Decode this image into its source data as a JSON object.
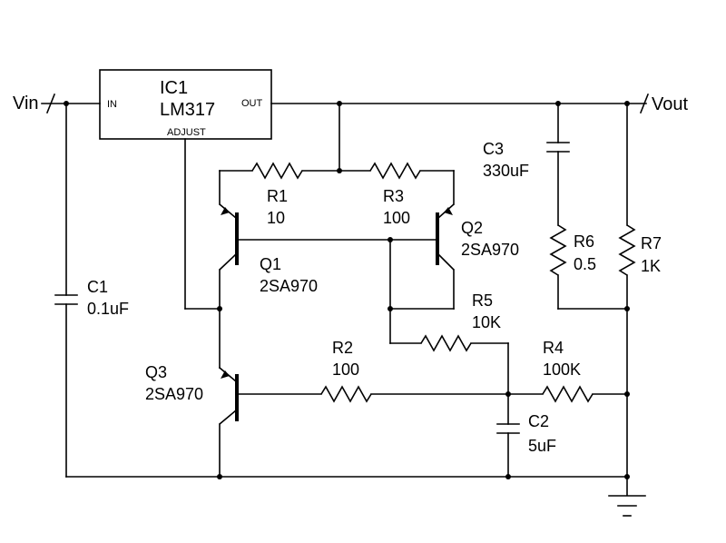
{
  "nets": {
    "vin": "Vin",
    "vout": "Vout"
  },
  "ic1": {
    "ref": "IC1",
    "part": "LM317",
    "pin_in": "IN",
    "pin_out": "OUT",
    "pin_adj": "ADJUST"
  },
  "resistors": {
    "r1": {
      "ref": "R1",
      "value": "10"
    },
    "r2": {
      "ref": "R2",
      "value": "100"
    },
    "r3": {
      "ref": "R3",
      "value": "100"
    },
    "r4": {
      "ref": "R4",
      "value": "100K"
    },
    "r5": {
      "ref": "R5",
      "value": "10K"
    },
    "r6": {
      "ref": "R6",
      "value": "0.5"
    },
    "r7": {
      "ref": "R7",
      "value": "1K"
    }
  },
  "capacitors": {
    "c1": {
      "ref": "C1",
      "value": "0.1uF"
    },
    "c2": {
      "ref": "C2",
      "value": "5uF"
    },
    "c3": {
      "ref": "C3",
      "value": "330uF"
    }
  },
  "transistors": {
    "q1": {
      "ref": "Q1",
      "part": "2SA970"
    },
    "q2": {
      "ref": "Q2",
      "part": "2SA970"
    },
    "q3": {
      "ref": "Q3",
      "part": "2SA970"
    }
  }
}
